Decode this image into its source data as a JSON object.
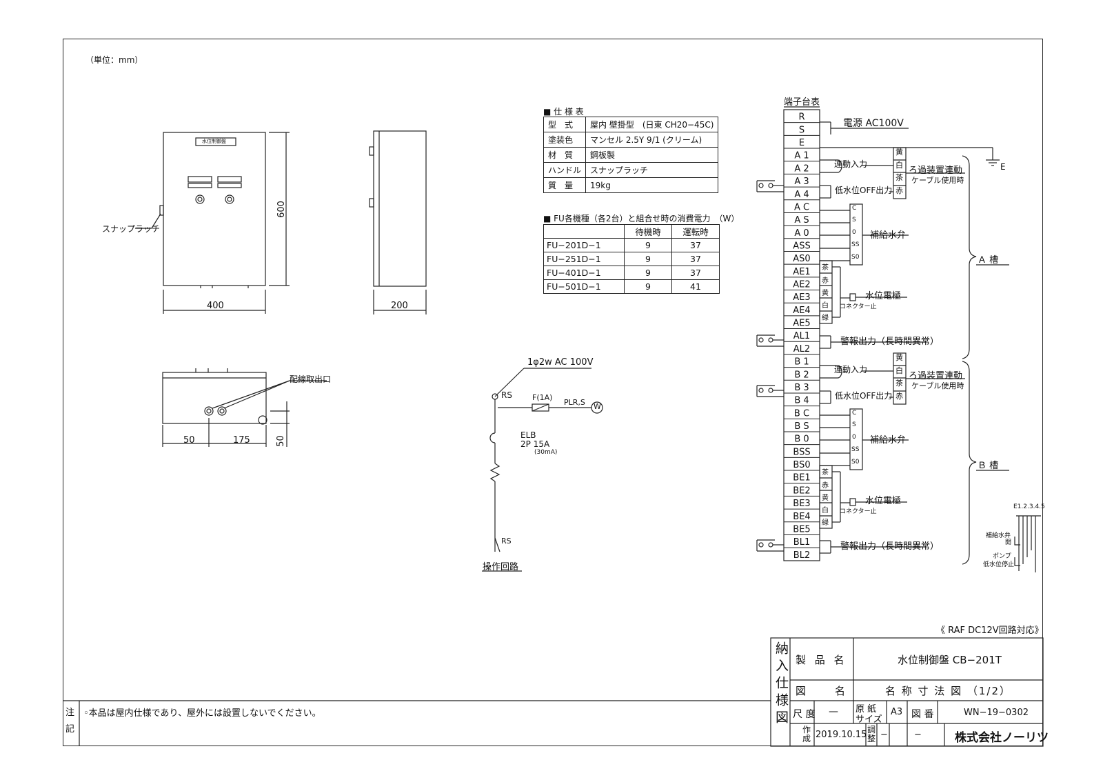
{
  "unit_note": "（単位：mm）",
  "front_view": {
    "name_plate": "水位制御盤",
    "snap_latch_label": "スナップラッチ",
    "width_dim": "400",
    "height_dim": "600"
  },
  "side_view": {
    "depth_dim": "200"
  },
  "bottom_view": {
    "outlet_label": "配線取出口",
    "dim_50_a": "50",
    "dim_175": "175",
    "dim_50_b": "50"
  },
  "spec": {
    "title": "■ 仕 様 表",
    "rows": [
      {
        "key": "型　式",
        "value": "屋内 壁掛型　(日東 CH20−45C)"
      },
      {
        "key": "塗装色",
        "value": "マンセル 2.5Y 9/1 (クリーム)"
      },
      {
        "key": "材　質",
        "value": "鋼板製"
      },
      {
        "key": "ハンドル",
        "value": "スナップラッチ"
      },
      {
        "key": "質　量",
        "value": "19kg"
      }
    ]
  },
  "power": {
    "title": "■ FU各機種（各2台）と組合せ時の消費電力　（W）",
    "headers": [
      "",
      "待機時",
      "運転時"
    ],
    "rows": [
      {
        "model": "FU−201D−1",
        "standby": "9",
        "run": "37"
      },
      {
        "model": "FU−251D−1",
        "standby": "9",
        "run": "37"
      },
      {
        "model": "FU−401D−1",
        "standby": "9",
        "run": "37"
      },
      {
        "model": "FU−501D−1",
        "standby": "9",
        "run": "41"
      }
    ]
  },
  "circuit": {
    "supply": "1φ2w AC 100V",
    "rs_top": "RS",
    "fuse": "F(1A)",
    "lamp": "PLR,S",
    "lamp_symbol": "W",
    "elb": "ELB",
    "elb_rating": "2P 15A",
    "elb_sens": "(30mA)",
    "rs_bottom": "RS",
    "op_label": "操作回路"
  },
  "terminal": {
    "title": "端子台表",
    "terminals": [
      "R",
      "S",
      "E",
      "A 1",
      "A 2",
      "A 3",
      "A 4",
      "A C",
      "A S",
      "A 0",
      "ASS",
      "AS0",
      "AE1",
      "AE2",
      "AE3",
      "AE4",
      "AE5",
      "AL1",
      "AL2",
      "B 1",
      "B 2",
      "B 3",
      "B 4",
      "B C",
      "B S",
      "B 0",
      "BSS",
      "BS0",
      "BE1",
      "BE2",
      "BE3",
      "BE4",
      "BE5",
      "BL1",
      "BL2"
    ],
    "power_label": "電源 AC100V",
    "earth_label": "E",
    "a": {
      "interlock_in": "連動入力",
      "low_off": "低水位OFF出力",
      "filter_1": "ろ過装置連動",
      "filter_2": "ケーブル使用時",
      "valve_labels": [
        "C",
        "S",
        "0",
        "SS",
        "S0"
      ],
      "valve": "補給水弁",
      "electrode": "水位電極",
      "connector": "コネクター止",
      "alarm": "警報出力（長時間異常）",
      "tank": "Ａ 槽"
    },
    "b": {
      "interlock_in": "連動入力",
      "low_off": "低水位OFF出力",
      "filter_1": "ろ過装置連動",
      "filter_2": "ケーブル使用時",
      "valve_labels": [
        "C",
        "S",
        "0",
        "SS",
        "S0"
      ],
      "valve": "補給水弁",
      "electrode": "水位電極",
      "connector": "コネクター止",
      "alarm": "警報出力（長時間異常）",
      "tank": "Ｂ 槽"
    },
    "wire_colors_top": [
      "黄",
      "白",
      "茶",
      "赤"
    ],
    "wire_colors_electrode": [
      "茶",
      "赤",
      "黄",
      "白",
      "緑"
    ]
  },
  "detail": {
    "electrodes": "E1.2.3.4.5",
    "valve_open": "補給水弁",
    "valve_open2": "開",
    "pump": "ポンプ",
    "low_stop": "低水位停止"
  },
  "raf_note": "《 RAF DC12V回路対応》",
  "title_block": {
    "delivery": "納入仕様図",
    "product_name_label": "製 品 名",
    "product_name": "水位制御盤 CB−201T",
    "drawing_name_label": "図　　名",
    "drawing_name": "名 称 寸 法 図 （1/2）",
    "scale_label": "尺 度",
    "scale": "—",
    "paper_label_1": "原 紙",
    "paper_label_2": "サイズ",
    "paper_size": "A3",
    "drawing_no_label": "図 番",
    "drawing_no": "WN−19−0302",
    "made_label": "作成",
    "made_date": "2019.10.15",
    "check_label": "調整",
    "check_value_1": "−",
    "check_value_2": "−",
    "company": "株式会社ノーリツ"
  },
  "notes": {
    "label": "注記",
    "text": "◦本品は屋内仕様であり、屋外には設置しないでください。"
  }
}
